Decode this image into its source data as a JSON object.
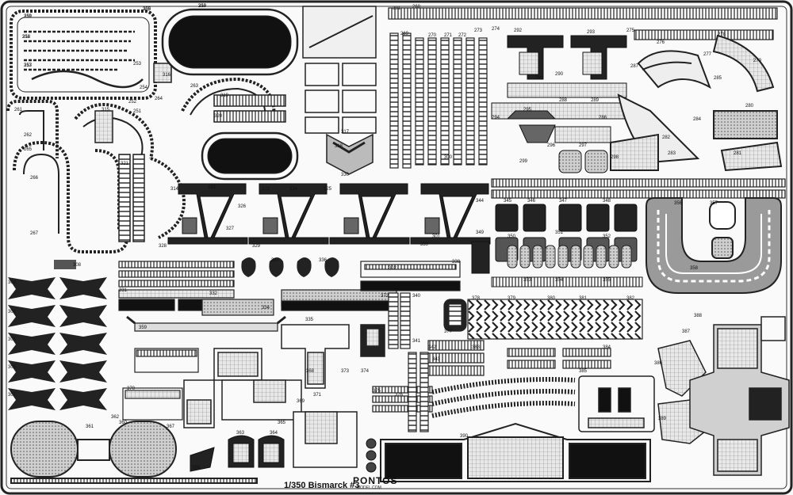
{
  "sheet": {
    "title": "1/350 Bismarck #3",
    "brand": "PONTOS",
    "site": "MODEL.COM"
  },
  "part_numbers": [
    "255",
    "258",
    "259",
    "256",
    "257",
    "253",
    "254",
    "316",
    "263",
    "264",
    "261",
    "262",
    "265",
    "266",
    "267",
    "315",
    "252",
    "319",
    "251",
    "320",
    "317",
    "318",
    "330",
    "321",
    "314",
    "322",
    "323",
    "324",
    "325",
    "326",
    "327",
    "328",
    "329",
    "331",
    "332",
    "333",
    "334",
    "335",
    "336",
    "337",
    "338",
    "339",
    "340",
    "341",
    "342",
    "343",
    "344",
    "345",
    "346",
    "347",
    "348",
    "349",
    "350",
    "351",
    "352",
    "353",
    "354",
    "355",
    "356",
    "357",
    "358",
    "359",
    "360",
    "361",
    "362",
    "363",
    "364",
    "365",
    "366",
    "367",
    "368",
    "369",
    "370",
    "371",
    "372",
    "373",
    "374",
    "375",
    "376",
    "377",
    "378",
    "379",
    "380",
    "381",
    "382",
    "383",
    "384",
    "385",
    "386",
    "387",
    "388",
    "389",
    "390",
    "391",
    "268",
    "269",
    "270",
    "271",
    "272",
    "273",
    "274",
    "275",
    "276",
    "277",
    "278",
    "279",
    "280",
    "281",
    "282",
    "283",
    "284",
    "285",
    "286",
    "287",
    "288",
    "289",
    "290",
    "291",
    "292",
    "293",
    "294",
    "295",
    "296",
    "297",
    "298",
    "299",
    "300",
    "301",
    "302",
    "303",
    "304",
    "305",
    "306",
    "307",
    "308",
    "309",
    "310",
    "311",
    "312",
    "313"
  ],
  "colors": {
    "metal": "#222222",
    "frame": "#f4f4f4",
    "etched": "#9a9a9a"
  }
}
